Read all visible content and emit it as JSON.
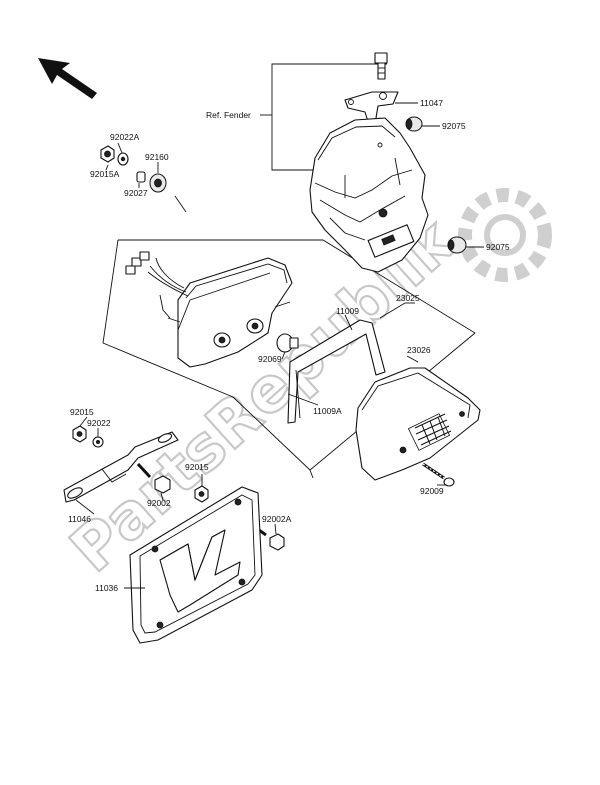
{
  "watermark": "PartsRepublik",
  "labels": {
    "ref_fender": "Ref. Fender",
    "p11047": "11047",
    "p92075_a": "92075",
    "p92075_b": "92075",
    "p92022A": "92022A",
    "p92015A": "92015A",
    "p92160": "92160",
    "p92027": "92027",
    "p23025": "23025",
    "p11009": "11009",
    "p11009A": "11009A",
    "p92069": "92069",
    "p23026": "23026",
    "p92009": "92009",
    "p92015_a": "92015",
    "p92022": "92022",
    "p92002": "92002",
    "p11046": "11046",
    "p92015_b": "92015",
    "p92002A": "92002A",
    "p11036": "11036"
  },
  "colors": {
    "ink": "#111111",
    "watermark": "#c8c8c8",
    "background": "#ffffff"
  }
}
